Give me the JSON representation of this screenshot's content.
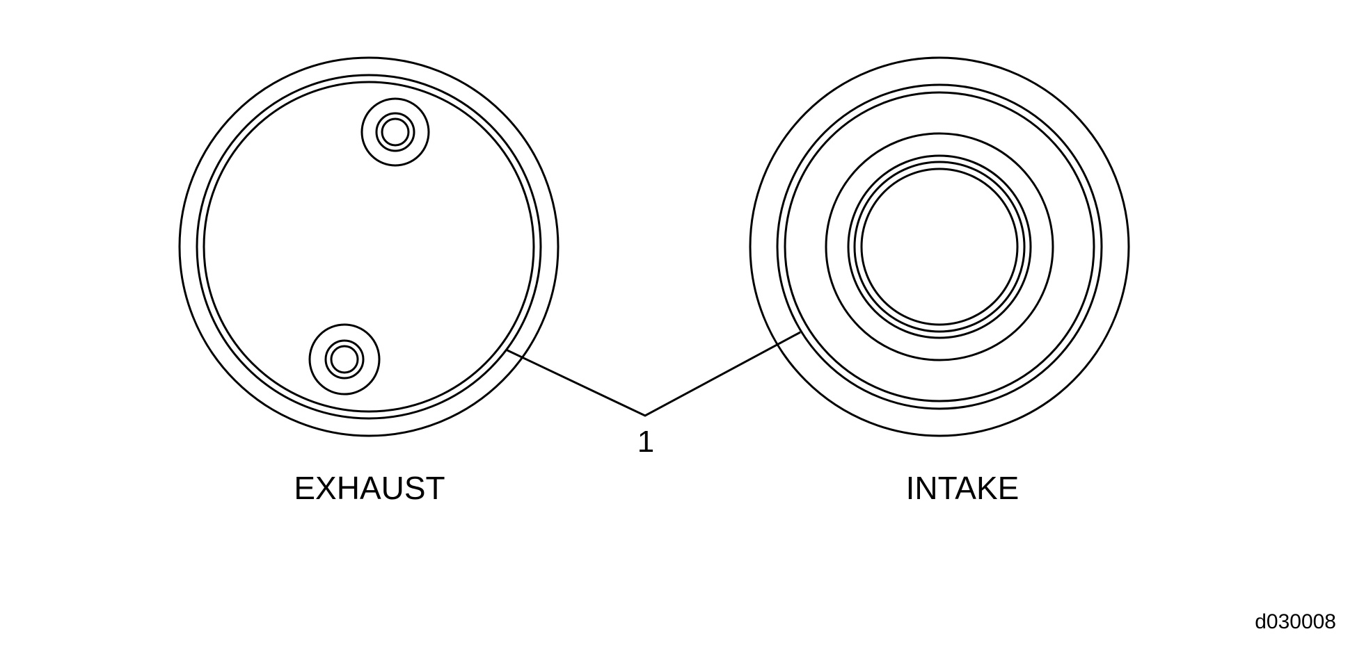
{
  "labels": {
    "exhaust": "EXHAUST",
    "intake": "INTAKE",
    "callout": "1",
    "figure_code": "d030008"
  },
  "colors": {
    "stroke": "#000000",
    "background": "#ffffff"
  }
}
